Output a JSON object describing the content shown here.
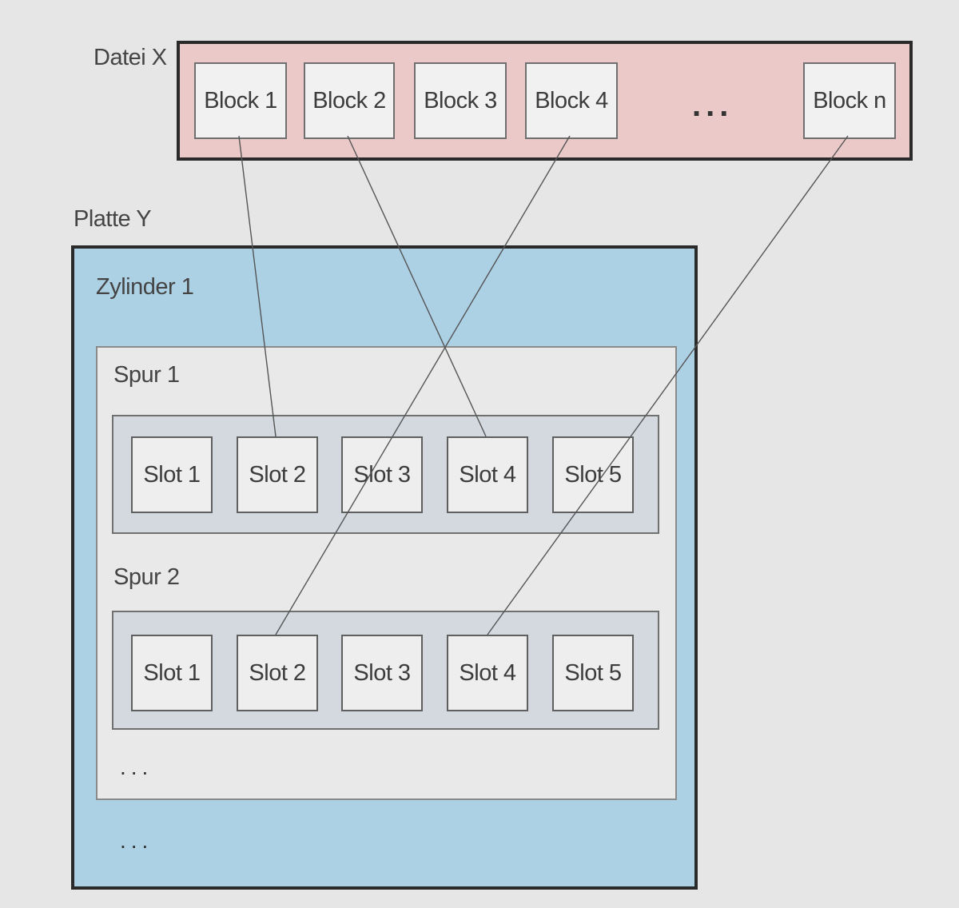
{
  "file": {
    "label": "Datei X",
    "blocks": [
      "Block 1",
      "Block 2",
      "Block 3",
      "Block 4",
      "Block n"
    ],
    "ellipsis": "..."
  },
  "disk": {
    "label": "Platte Y",
    "cylinder": {
      "label": "Zylinder 1",
      "tracks": [
        {
          "label": "Spur 1",
          "slots": [
            "Slot 1",
            "Slot 2",
            "Slot 3",
            "Slot 4",
            "Slot 5"
          ]
        },
        {
          "label": "Spur 2",
          "slots": [
            "Slot 1",
            "Slot 2",
            "Slot 3",
            "Slot 4",
            "Slot 5"
          ]
        }
      ],
      "more_tracks": "..."
    },
    "more_cylinders": "..."
  },
  "mappings": [
    {
      "block": "Block 1",
      "track": "Spur 1",
      "slot": "Slot 2"
    },
    {
      "block": "Block 2",
      "track": "Spur 1",
      "slot": "Slot 4"
    },
    {
      "block": "Block 4",
      "track": "Spur 2",
      "slot": "Slot 2"
    },
    {
      "block": "Block n",
      "track": "Spur 2",
      "slot": "Slot 4"
    }
  ],
  "colors": {
    "file_fill": "#ebc9c9",
    "disk_fill": "#acd0e4",
    "cylinder_fill": "#e9e9e9",
    "track_fill": "#d3d9df"
  }
}
